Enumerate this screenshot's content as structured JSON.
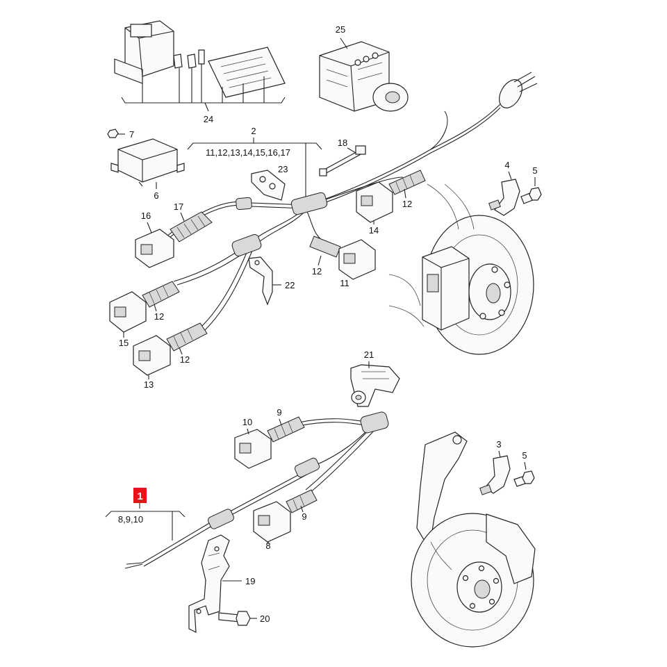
{
  "callouts": {
    "c1": "1",
    "c2": "2",
    "c2_list": "11,12,13,14,15,16,17",
    "c3": "3",
    "c4": "4",
    "c5a": "5",
    "c5b": "5",
    "c6": "6",
    "c7": "7",
    "c8": "8",
    "c9a": "9",
    "c9b": "9",
    "c10": "10",
    "c1_list": "8,9,10",
    "c11": "11",
    "c12a": "12",
    "c12b": "12",
    "c12c": "12",
    "c12d": "12",
    "c13": "13",
    "c14": "14",
    "c15": "15",
    "c16": "16",
    "c17": "17",
    "c18": "18",
    "c19": "19",
    "c20": "20",
    "c21": "21",
    "c22": "22",
    "c23": "23",
    "c24": "24",
    "c25": "25"
  },
  "colors": {
    "highlight": "#e8141a",
    "line": "#222222"
  }
}
